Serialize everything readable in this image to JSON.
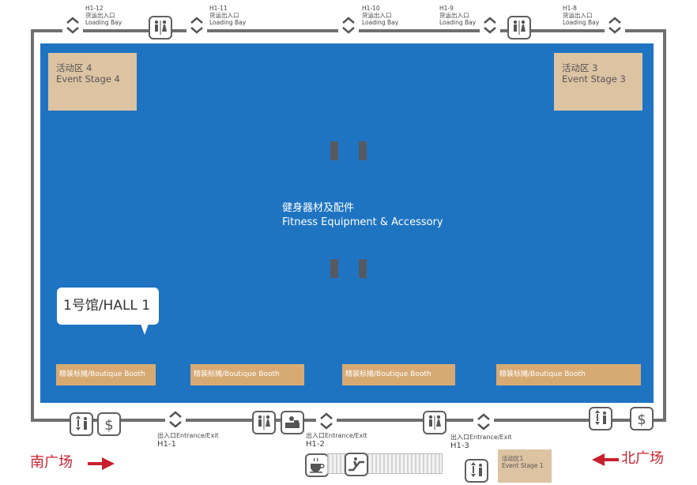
{
  "hall": {
    "callout": "1号馆/HALL 1",
    "center_label_cn": "健身器材及配件",
    "center_label_en": "Fitness Equipment & Accessory",
    "color": "#1f74c2"
  },
  "stages": {
    "stage4": {
      "cn": "活动区 4",
      "en": "Event Stage 4"
    },
    "stage3": {
      "cn": "活动区 3",
      "en": "Event Stage 3"
    },
    "stage1": {
      "cn": "活动区1",
      "en": "Event Stage 1"
    }
  },
  "booths": [
    "精装标摊/Boutique Booth",
    "精装标摊/Boutique Booth",
    "精装标摊/Boutique Booth",
    "精装标摊/Boutique Booth"
  ],
  "loading_bays": [
    {
      "code": "H1-12",
      "cn": "货运出入口",
      "en": "Loading Bay"
    },
    {
      "code": "H1-11",
      "cn": "货运出入口",
      "en": "Loading Bay"
    },
    {
      "code": "H1-10",
      "cn": "货运出入口",
      "en": "Loading Bay"
    },
    {
      "code": "H1-9",
      "cn": "货运出入口",
      "en": "Loading Bay"
    },
    {
      "code": "H1-8",
      "cn": "货运出入口",
      "en": "Loading Bay"
    }
  ],
  "entrances": [
    {
      "label": "出入口Entrance/Exit",
      "code": "H1-1"
    },
    {
      "label": "出入口Entrance/Exit",
      "code": "H1-2"
    },
    {
      "label": "出入口Entrance/Exit",
      "code": "H1-3"
    }
  ],
  "plazas": {
    "south": "南广场",
    "north": "北广场",
    "arrow_color": "#c8202e"
  },
  "icons": [
    "restroom-icon",
    "elevator-icon",
    "atm-icon",
    "cafe-icon",
    "service-desk-icon",
    "escalator-icon",
    "door-chevron-icon"
  ]
}
